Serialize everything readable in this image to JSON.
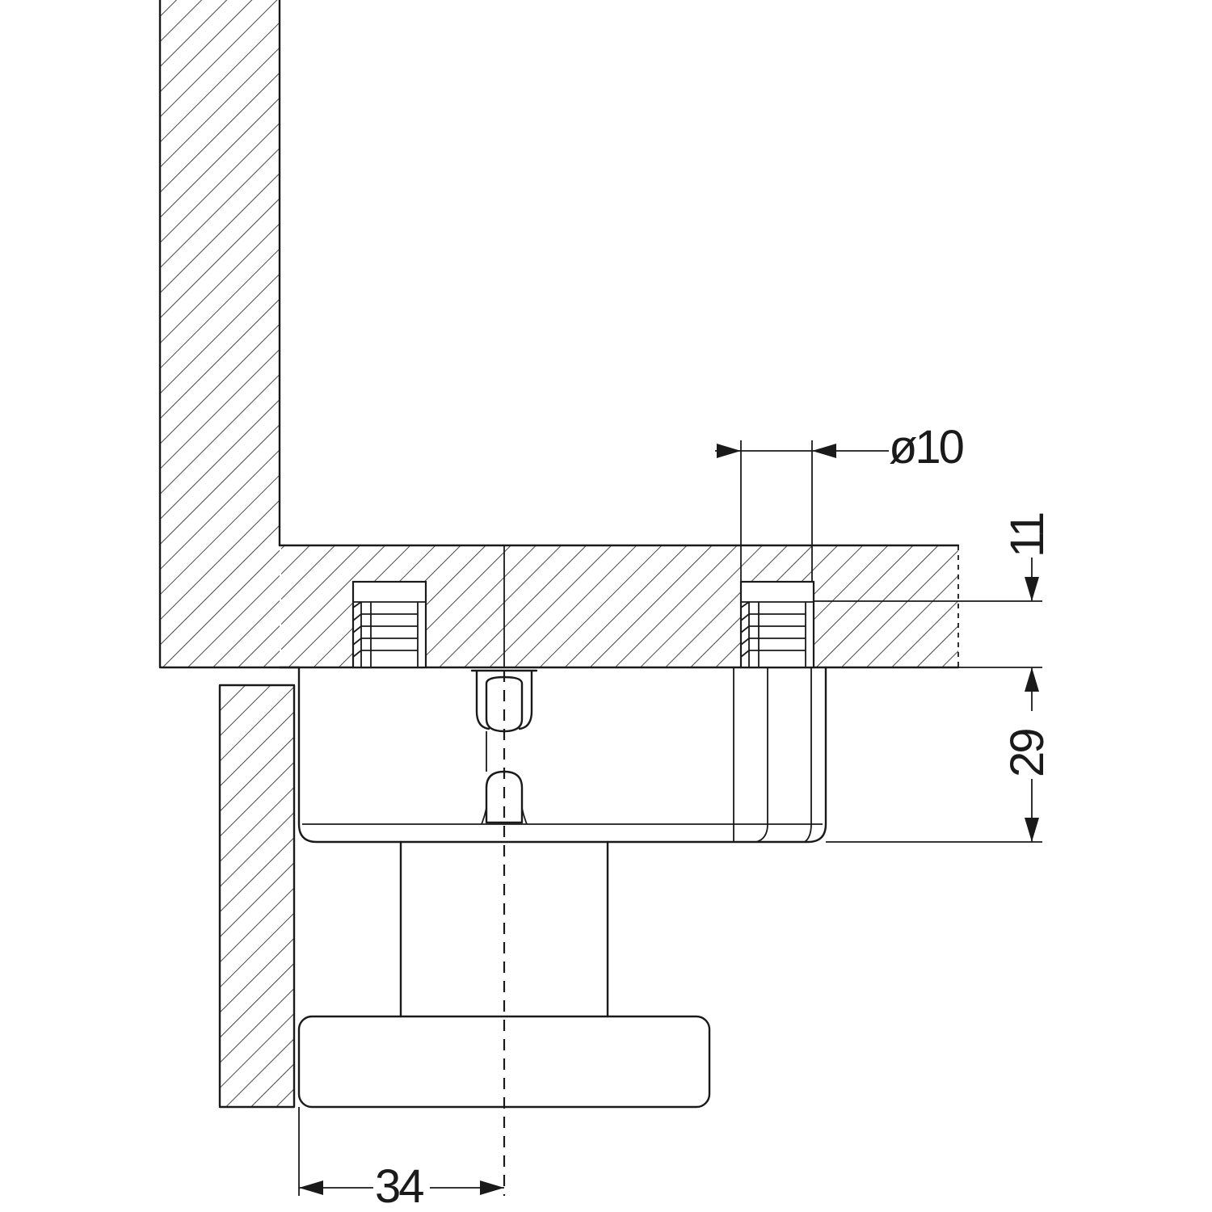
{
  "diagram": {
    "dimensions": {
      "diameter": "ø10",
      "depth": "11",
      "height": "29",
      "offset": "34"
    }
  }
}
